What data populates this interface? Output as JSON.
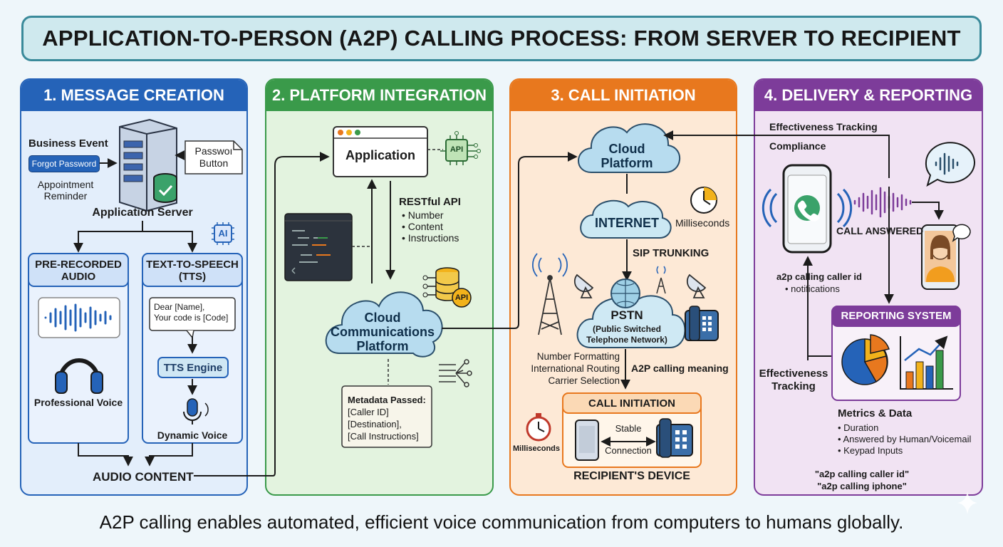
{
  "title": "APPLICATION-TO-PERSON (A2P) CALLING PROCESS: FROM SERVER TO RECIPIENT",
  "footer": "A2P calling enables automated, efficient voice communication from computers to humans globally.",
  "colors": {
    "blue": "#2563b8",
    "green": "#3a9a4a",
    "orange": "#e8781e",
    "purple": "#7d3c9a",
    "teal": "#3a8a9a"
  },
  "panels": [
    {
      "title": "1. MESSAGE CREATION",
      "business_event": "Business Event",
      "forgot_password": "Forgot Password",
      "password_button": [
        "Passwoı",
        "Button"
      ],
      "appointment_reminder": [
        "Appointment",
        "Reminder"
      ],
      "application_server": "Application Server",
      "ai_badge": "AI",
      "prerecorded": [
        "PRE-RECORDED",
        "AUDIO"
      ],
      "tts": [
        "TEXT-TO-SPEECH",
        "(TTS)"
      ],
      "tts_message": [
        "Dear [Name],",
        "Your code is [Code]"
      ],
      "tts_engine": "TTS Engine",
      "professional_voice": "Professional Voice",
      "dynamic_voice": "Dynamic Voice",
      "audio_content": "AUDIO CONTENT",
      "icons": [
        "server-icon",
        "checkmark-icon",
        "headphones-icon",
        "microphone-icon",
        "waveform-icon"
      ]
    },
    {
      "title": "2. PLATFORM INTEGRATION",
      "application": "Application",
      "api_badge": "API",
      "restful_api": "RESTful API",
      "restful_items": [
        "Number",
        "Content",
        "Instructions"
      ],
      "cloud_platform": [
        "Cloud",
        "Communications",
        "Platform"
      ],
      "metadata_title": "Metadata Passed:",
      "metadata_items": [
        "[Caller ID]",
        "[Destination],",
        "[Call Instructions]"
      ],
      "icons": [
        "browser-window-icon",
        "code-editor-icon",
        "database-icon",
        "network-icon",
        "cloud-icon"
      ]
    },
    {
      "title": "3. CALL INITIATION",
      "cloud_platform": [
        "Cloud",
        "Platform"
      ],
      "internet": "INTERNET",
      "milliseconds_top": "Milliseconds",
      "sip_trunking": "SIP TRUNKING",
      "pstn": "PSTN",
      "pstn_full": [
        "(Public Switched",
        "Telephone Network)"
      ],
      "routing_lines": [
        "Number Formatting",
        "International Routing",
        "Carrier Selection"
      ],
      "a2p_meaning": "A2P calling meaning",
      "call_initiation_box": "CALL INITIATION",
      "stable": "Stable",
      "connection": "Connection",
      "milliseconds_bottom": "Milliseconds",
      "recipient_device": "RECIPIENT'S DEVICE",
      "icons": [
        "clock-icon",
        "cell-tower-icon",
        "satellite-dish-icon",
        "desk-phone-icon",
        "smartphone-icon",
        "stopwatch-icon"
      ]
    },
    {
      "title": "4. DELIVERY & REPORTING",
      "effectiveness_tracking_top": "Effectiveness Tracking",
      "compliance": "Compliance",
      "call_answered": "CALL ANSWERED",
      "caller_id": "a2p calling caller id",
      "notifications": "notifications",
      "reporting_system": "REPORTING SYSTEM",
      "effectiveness_tracking_bottom": [
        "Effectiveness",
        "Tracking"
      ],
      "metrics_title": "Metrics & Data",
      "metrics_items": [
        "Duration",
        "Answered by Human/Voicemail",
        "Keypad Inputs"
      ],
      "quotes": [
        "\"a2p calling caller id\"",
        "\"a2p calling iphone\""
      ],
      "icons": [
        "phone-ringing-icon",
        "speech-bubble-icon",
        "person-avatar-icon",
        "pie-chart-icon",
        "bar-chart-icon"
      ]
    }
  ]
}
